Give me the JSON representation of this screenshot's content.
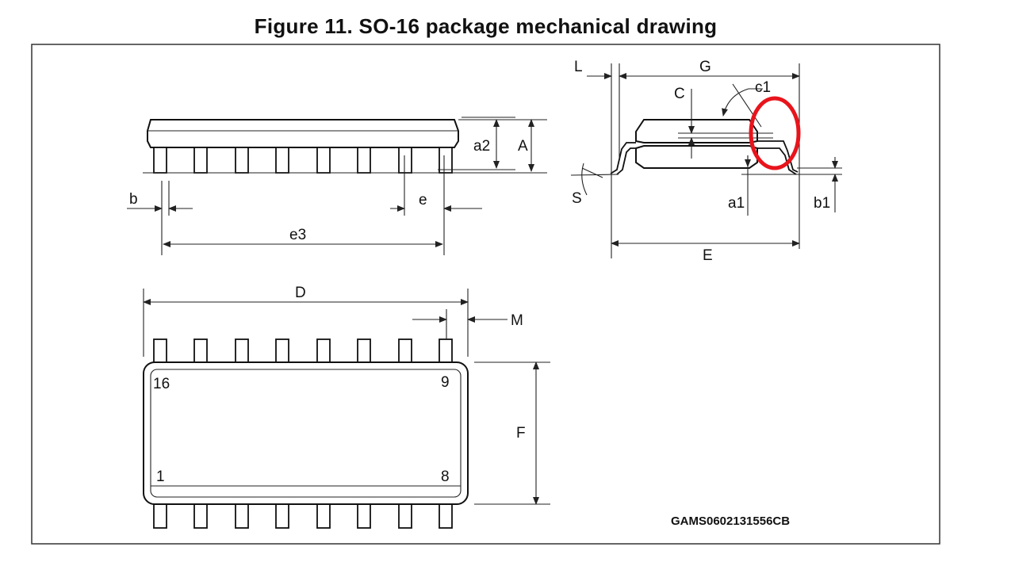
{
  "title": "Figure 11. SO-16 package mechanical drawing",
  "dimensions": {
    "a2": "a2",
    "A": "A",
    "b": "b",
    "e": "e",
    "e3": "e3",
    "L": "L",
    "G": "G",
    "c1": "c1",
    "C": "C",
    "S": "S",
    "a1": "a1",
    "b1": "b1",
    "E": "E",
    "D": "D",
    "M": "M",
    "F": "F"
  },
  "pins": {
    "p16": "16",
    "p9": "9",
    "p1": "1",
    "p8": "8"
  },
  "drawing_code": "GAMS0602131556CB",
  "colors": {
    "highlight": "#e8141c",
    "line": "#111111",
    "frame": "#333333"
  }
}
